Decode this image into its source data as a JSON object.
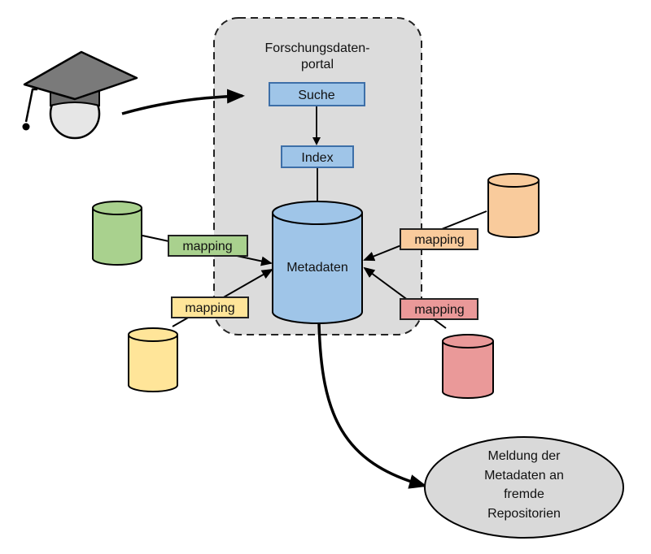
{
  "portal": {
    "title_line1": "Forschungsdaten-",
    "title_line2": "portal"
  },
  "nodes": {
    "search_label": "Suche",
    "index_label": "Index",
    "metadata_label": "Metadaten"
  },
  "mappings": {
    "green": "mapping",
    "yellow": "mapping",
    "orange": "mapping",
    "red": "mapping"
  },
  "output": {
    "line1": "Meldung der",
    "line2": "Metadaten an",
    "line3": "fremde",
    "line4": "Repositorien"
  },
  "colors": {
    "portal_fill": "#dcdcdc",
    "box_blue": "#9fc5e8",
    "box_blue_stroke": "#3d6fa8",
    "db_blue": "#9fc5e8",
    "db_green": "#a9d18e",
    "db_yellow": "#ffe599",
    "db_orange": "#f9cb9c",
    "db_red": "#ea9999",
    "ellipse_fill": "#d9d9d9",
    "cap_gray": "#666666",
    "head_fill": "#e6e6e6"
  },
  "icons": {
    "user": "graduation-cap-user-icon"
  }
}
